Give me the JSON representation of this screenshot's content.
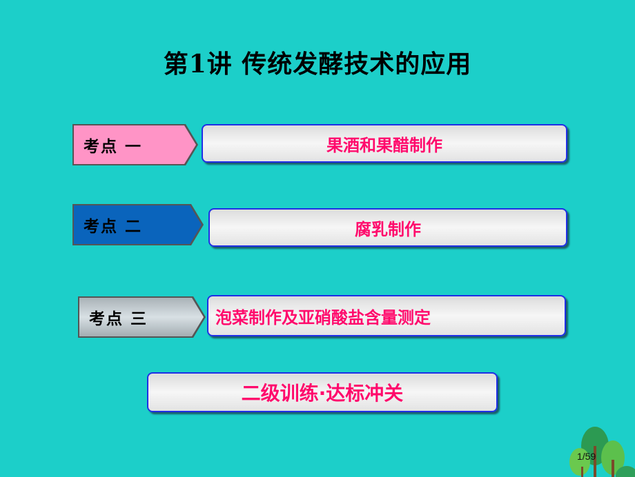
{
  "slide": {
    "title": "第1讲  传统发酵技术的应用",
    "items": [
      {
        "tag": "考点 一",
        "topic": "果酒和果醋制作",
        "tag_color": "#ff94c6"
      },
      {
        "tag": "考点 二",
        "topic": "腐乳制作",
        "tag_color": "#0a64bc"
      },
      {
        "tag": "考点 三",
        "topic": "泡菜制作及亚硝酸盐含量测定",
        "tag_color": "#c8d0d4"
      }
    ],
    "practice": "二级训练·达标冲关",
    "page": "1/59"
  },
  "colors": {
    "background": "#1ccfc9",
    "topic_text": "#ff0a6c",
    "box_border": "#1f2fe6"
  }
}
